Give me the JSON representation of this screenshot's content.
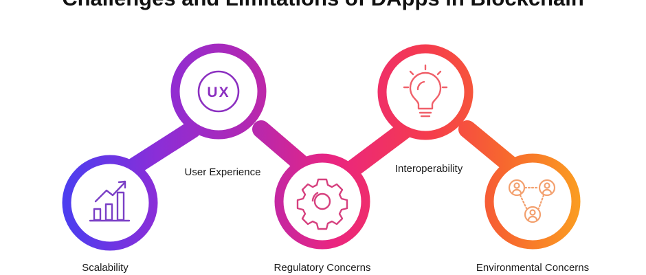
{
  "title": "Challenges and Limitations of DApps in Blockchain",
  "nodes": [
    {
      "label": "Scalability",
      "icon": "bar-chart-growth-icon",
      "color": "#6a34e4"
    },
    {
      "label": "User Experience",
      "icon": "ux-icon",
      "icon_text": "UX",
      "color": "#9a2ec8"
    },
    {
      "label": "Regulatory Concerns",
      "icon": "gear-icon",
      "color": "#e02a8a"
    },
    {
      "label": "Interoperability",
      "icon": "lightbulb-icon",
      "color": "#f4424e"
    },
    {
      "label": "Environmental Concerns",
      "icon": "user-network-icon",
      "color": "#f88a2c"
    }
  ]
}
